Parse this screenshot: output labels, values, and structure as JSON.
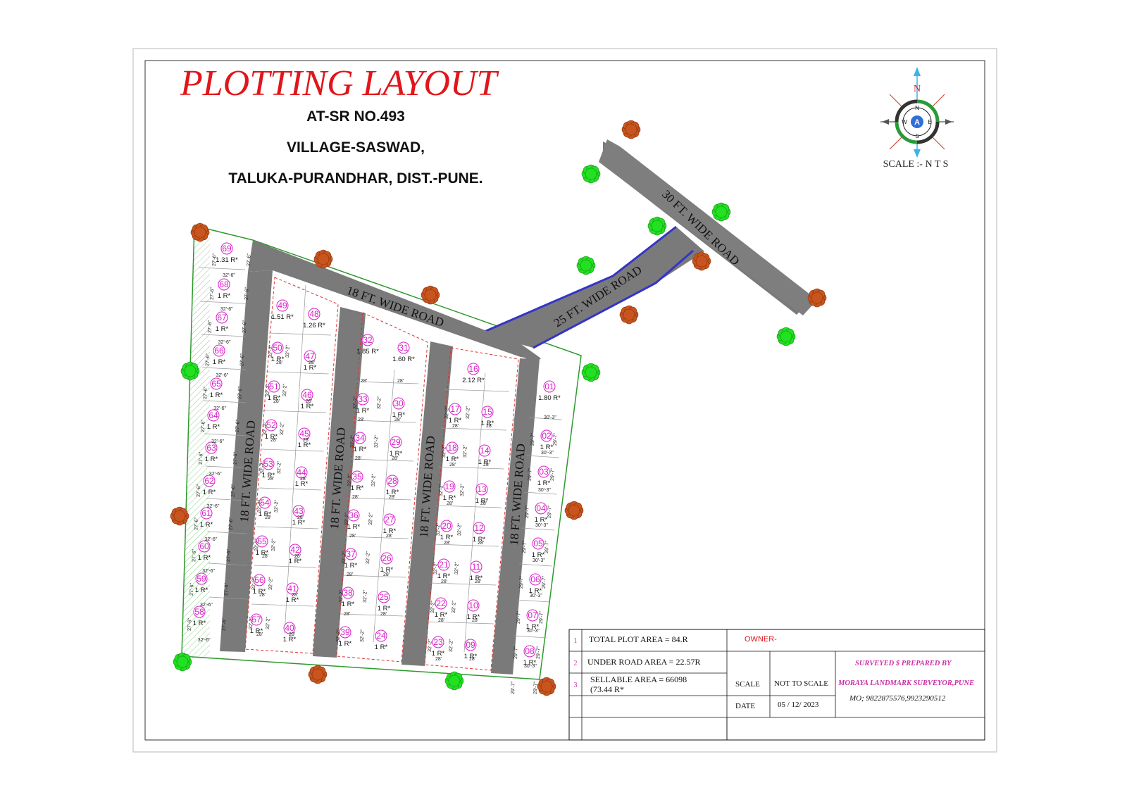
{
  "header": {
    "title": "PLOTTING LAYOUT",
    "line1": "AT-SR NO.493",
    "line2": "VILLAGE-SASWAD,",
    "line3": "TALUKA-PURANDHAR, DIST.-PUNE."
  },
  "compass": {
    "north": "N",
    "scale_text": "SCALE :- N T S",
    "rose_letters": {
      "n": "N",
      "s": "S",
      "e": "E",
      "w": "W",
      "center": "A"
    }
  },
  "roads": {
    "road_30": "30 FT. WIDE ROAD",
    "road_25": "25 FT. WIDE ROAD",
    "road_18_top": "18 FT. WIDE ROAD",
    "road_18": "18 FT. WIDE ROAD"
  },
  "dimensions": {
    "plot_width": "28'",
    "left_column_width": "32'-6\"",
    "left_column_depth": "27'-6\"",
    "inner_depth": "32'-2\"",
    "right_column_width": "30'-3\"",
    "right_column_depth": "29'-7\""
  },
  "plots": [
    {
      "no": "69",
      "area": "1.31 R*"
    },
    {
      "no": "68",
      "area": "1 R*"
    },
    {
      "no": "67",
      "area": "1 R*"
    },
    {
      "no": "66",
      "area": "1 R*"
    },
    {
      "no": "65",
      "area": "1 R*"
    },
    {
      "no": "64",
      "area": "1 R*"
    },
    {
      "no": "63",
      "area": "1 R*"
    },
    {
      "no": "62",
      "area": "1 R*"
    },
    {
      "no": "61",
      "area": "1 R*"
    },
    {
      "no": "60",
      "area": "1 R*"
    },
    {
      "no": "59",
      "area": "1 R*"
    },
    {
      "no": "58",
      "area": "1 R*"
    },
    {
      "no": "49",
      "area": "1.51 R*"
    },
    {
      "no": "50",
      "area": "1 R*"
    },
    {
      "no": "51",
      "area": "1 R*"
    },
    {
      "no": "52",
      "area": "1 R*"
    },
    {
      "no": "53",
      "area": "1 R*"
    },
    {
      "no": "54",
      "area": "1 R*"
    },
    {
      "no": "55",
      "area": "1 R*"
    },
    {
      "no": "56",
      "area": "1 R*"
    },
    {
      "no": "57",
      "area": "1 R*"
    },
    {
      "no": "48",
      "area": "1.26 R*"
    },
    {
      "no": "47",
      "area": "1 R*"
    },
    {
      "no": "46",
      "area": "1 R*"
    },
    {
      "no": "45",
      "area": "1 R*"
    },
    {
      "no": "44",
      "area": "1 R*"
    },
    {
      "no": "43",
      "area": "1 R*"
    },
    {
      "no": "42",
      "area": "1 R*"
    },
    {
      "no": "41",
      "area": "1 R*"
    },
    {
      "no": "40",
      "area": "1 R*"
    },
    {
      "no": "32",
      "area": "1.85 R*"
    },
    {
      "no": "33",
      "area": "1 R*"
    },
    {
      "no": "34",
      "area": "1 R*"
    },
    {
      "no": "35",
      "area": "1 R*"
    },
    {
      "no": "36",
      "area": "1 R*"
    },
    {
      "no": "37",
      "area": "1 R*"
    },
    {
      "no": "38",
      "area": "1 R*"
    },
    {
      "no": "39",
      "area": "1 R*"
    },
    {
      "no": "31",
      "area": "1.60 R*"
    },
    {
      "no": "30",
      "area": "1 R*"
    },
    {
      "no": "29",
      "area": "1 R*"
    },
    {
      "no": "28",
      "area": "1 R*"
    },
    {
      "no": "27",
      "area": "1 R*"
    },
    {
      "no": "26",
      "area": "1 R*"
    },
    {
      "no": "25",
      "area": "1 R*"
    },
    {
      "no": "24",
      "area": "1 R*"
    },
    {
      "no": "16",
      "area": "2.12 R*"
    },
    {
      "no": "17",
      "area": "1 R*"
    },
    {
      "no": "18",
      "area": "1 R*"
    },
    {
      "no": "19",
      "area": "1 R*"
    },
    {
      "no": "20",
      "area": "1 R*"
    },
    {
      "no": "21",
      "area": "1 R*"
    },
    {
      "no": "22",
      "area": "1 R*"
    },
    {
      "no": "23",
      "area": "1 R*"
    },
    {
      "no": "15",
      "area": "1 R*"
    },
    {
      "no": "14",
      "area": "1 R*"
    },
    {
      "no": "13",
      "area": "1 R*"
    },
    {
      "no": "12",
      "area": "1 R*"
    },
    {
      "no": "11",
      "area": "1 R*"
    },
    {
      "no": "10",
      "area": "1 R*"
    },
    {
      "no": "09",
      "area": "1 R*"
    },
    {
      "no": "01",
      "area": "1.80 R*"
    },
    {
      "no": "02",
      "area": "1 R*"
    },
    {
      "no": "03",
      "area": "1 R*"
    },
    {
      "no": "04",
      "area": "1 R*"
    },
    {
      "no": "05",
      "area": "1 R*"
    },
    {
      "no": "06",
      "area": "1 R*"
    },
    {
      "no": "07",
      "area": "1 R*"
    },
    {
      "no": "08",
      "area": "1 R*"
    }
  ],
  "title_block": {
    "row1_no": "1",
    "row1_text": "TOTAL PLOT AREA = 84.R",
    "row2_no": "2",
    "row2_text": "UNDER ROAD AREA = 22.57R",
    "row3_no": "3",
    "row3_text_a": "SELLABLE  AREA = 66098",
    "row3_text_b": "(73.44 R*",
    "owner_label": "OWNER-",
    "scale_label": "SCALE",
    "scale_value": "NOT  TO SCALE",
    "date_label": "DATE",
    "date_value": "05 / 12/ 2023",
    "surveyed_label": "SURVEYED $ PREPARED BY",
    "surveyor_name": "MORAYA LANDMARK SURVEYOR,PUNE",
    "mobile": "MO; 9822875576,9923290512"
  },
  "colors": {
    "title_red": "#e0161b",
    "road_gray": "#7a7a7a",
    "plot_number_magenta": "#d81fc7",
    "boundary_green": "#2e9a2e",
    "access_road_blue": "#3434c8",
    "tree_green": "#22e022",
    "tree_brown": "#c8551e"
  }
}
